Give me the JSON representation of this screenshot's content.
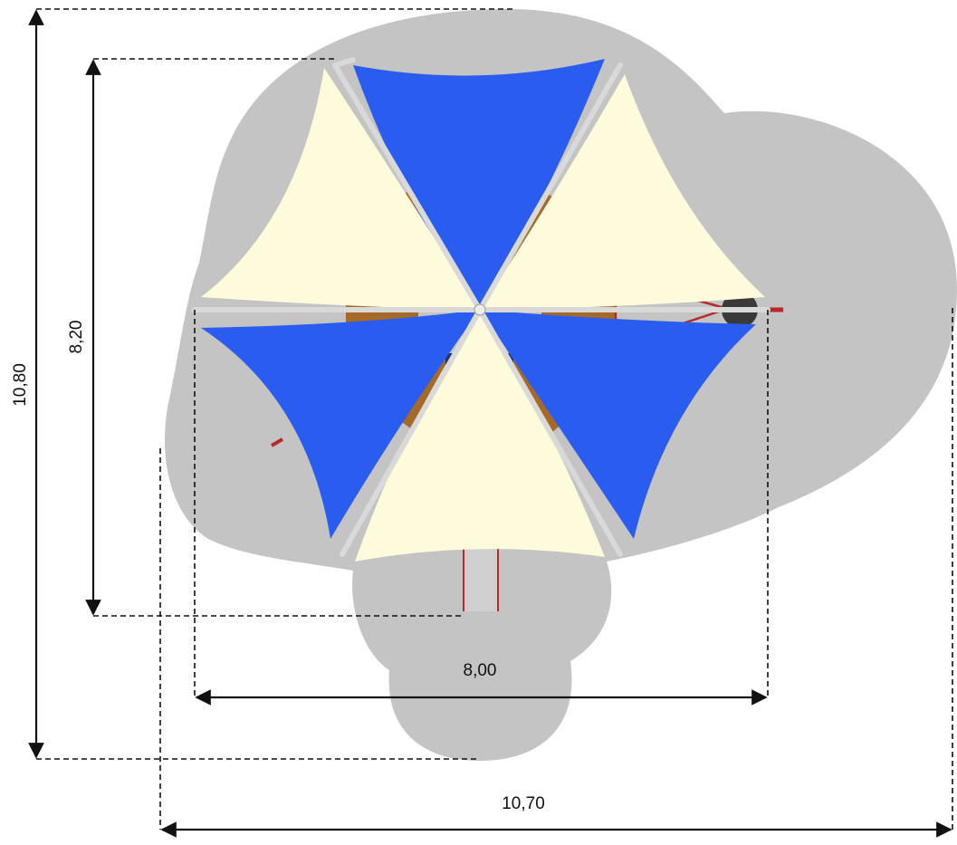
{
  "dimensions": {
    "total_height": "10,80",
    "structure_height": "8,20",
    "structure_width": "8,00",
    "total_width": "10,70"
  },
  "colors": {
    "safety_zone": "#c4c4c4",
    "sail_blue": "#2b5cf0",
    "sail_cream": "#fdfbdc",
    "deck_wood": "#a66a28",
    "pole": "#d9d9d9",
    "rope_red": "#b52a2a",
    "dimension_line": "#111111"
  }
}
